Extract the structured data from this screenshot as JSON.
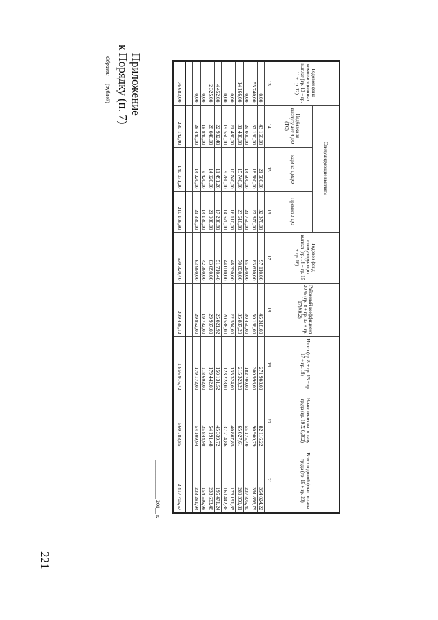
{
  "page_number": "221",
  "appendix": {
    "line1": "Приложение",
    "line2": "к Порядку (п. 7)"
  },
  "sample_label": "Образец",
  "units_label": "(рублей)",
  "date_line": {
    "blank": "______________",
    "year": "201__ г."
  },
  "table": {
    "headers": {
      "g13": "Годовой фонд компенсационных выплат (гр. 10 + гр. 11 + гр. 12)",
      "stim_group": "Стимулирующие выплаты",
      "g14": "Надбавка за выслугу лет 4 ДО (ТС)",
      "g15": "ЕДВ за ДВДО",
      "g16": "Премия 3 ДО",
      "g17": "Годовой фонд стимулирующих выплат (гр. 14 + гр. 15 + гр. 16)",
      "g18": "Районный коэффициент 20 % (гр. 8 + гр. 13 + гр. 17)Х0,2)",
      "g19": "Итого (гр. 8 + гр. 13 + гр. 17 + гр. 18)",
      "g20": "Начисления на оплату труда (гр. 19 Х 0,302)",
      "g21": "Всего годовой фонд оплаты труда (гр. 19 + гр. 20)"
    },
    "col_numbers": [
      "13",
      "14",
      "15",
      "16",
      "17",
      "18",
      "19",
      "20",
      "21"
    ],
    "rows": [
      [
        "0,00",
        "43 160,00",
        "21 580,00",
        "32 370,00",
        "97 110,00",
        "45 318,00",
        "271 908,00",
        "82 116,22",
        "354 024,22"
      ],
      [
        "55 740,00",
        "37 160,00",
        "18 580,00",
        "27 870,00",
        "83 610,00",
        "50 166,00",
        "300 996,00",
        "90 900,79",
        "391 896,79"
      ],
      [
        "0,00",
        "29 000,00",
        "14 500,00",
        "21 750,00",
        "65 250,00",
        "30 450,00",
        "182 700,00",
        "55 175,40",
        "237 875,40"
      ],
      [
        "14 166,00",
        "31 480,00",
        "15 740,00",
        "23 610,00",
        "70 830,00",
        "35 887,20",
        "215 323,20",
        "65 027,61",
        "280 350,81"
      ],
      [
        "0,00",
        "21 480,00",
        "10 740,00",
        "16 110,00",
        "48 330,00",
        "22 554,00",
        "135 324,00",
        "40 867,85",
        "176 191,85"
      ],
      [
        "0,00",
        "19 560,00",
        "9 780,00",
        "14 670,00",
        "44 010,00",
        "20 538,00",
        "123 228,00",
        "37 214,86",
        "160 442,86"
      ],
      [
        "4 452,00",
        "22 982,40",
        "11 491,20",
        "17 236,80",
        "51 710,40",
        "25 021,92",
        "150 131,52",
        "45 339,72",
        "195 471,24"
      ],
      [
        "2 325,00",
        "28 040,00",
        "14 020,00",
        "21 030,00",
        "63 090,00",
        "29 907,00",
        "179 442,00",
        "54 191,48",
        "233 633,48"
      ],
      [
        "0,00",
        "18 840,00",
        "9 420,00",
        "14 130,00",
        "42 390,00",
        "19 782,00",
        "118 692,00",
        "35 844,98",
        "154 536,98"
      ],
      [
        "0,00",
        "28 440,00",
        "14 220,00",
        "21 330,00",
        "63 990,00",
        "29 862,00",
        "179 172,00",
        "54 109,94",
        "233 281,94"
      ],
      [
        "",
        "",
        "",
        "",
        "",
        "",
        "",
        "",
        ""
      ]
    ],
    "totals": [
      "76 683,00",
      "280 142,40",
      "140 071,20",
      "210 106,80",
      "630 320,40",
      "309 486,12",
      "1 856 916,72",
      "560 788,85",
      "2 417 705,57"
    ]
  }
}
